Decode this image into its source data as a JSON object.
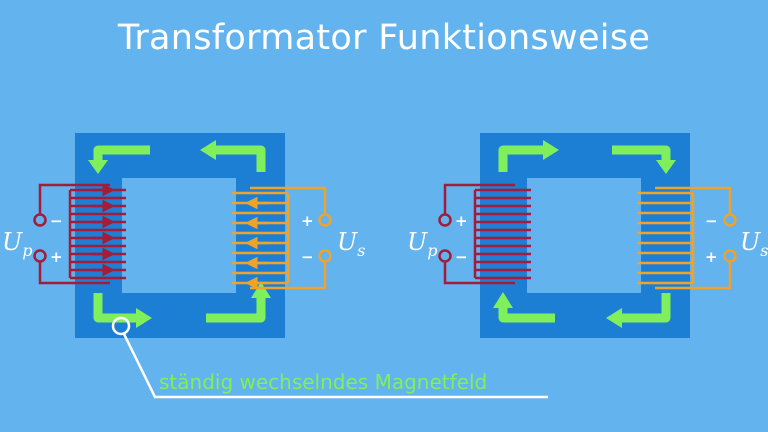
{
  "title": "Transformator Funktionsweise",
  "annotation": "ständig wechselndes Magnetfeld",
  "colors": {
    "background": "#63b3ef",
    "core": "#1d7fd4",
    "window": "#63b3ef",
    "primary_coil": "#a31c3a",
    "secondary_coil": "#f0a229",
    "flux_arrow": "#7ff05c",
    "annotation_line": "#ffffff"
  },
  "left_diagram": {
    "primary": {
      "symbol": "U",
      "subscript": "p",
      "top_sign": "−",
      "bottom_sign": "+"
    },
    "secondary": {
      "symbol": "U",
      "subscript": "s",
      "top_sign": "+",
      "bottom_sign": "−"
    },
    "flux_direction": "counterclockwise"
  },
  "right_diagram": {
    "primary": {
      "symbol": "U",
      "subscript": "p",
      "top_sign": "+",
      "bottom_sign": "−"
    },
    "secondary": {
      "symbol": "U",
      "subscript": "s",
      "top_sign": "−",
      "bottom_sign": "+"
    },
    "flux_direction": "clockwise"
  }
}
